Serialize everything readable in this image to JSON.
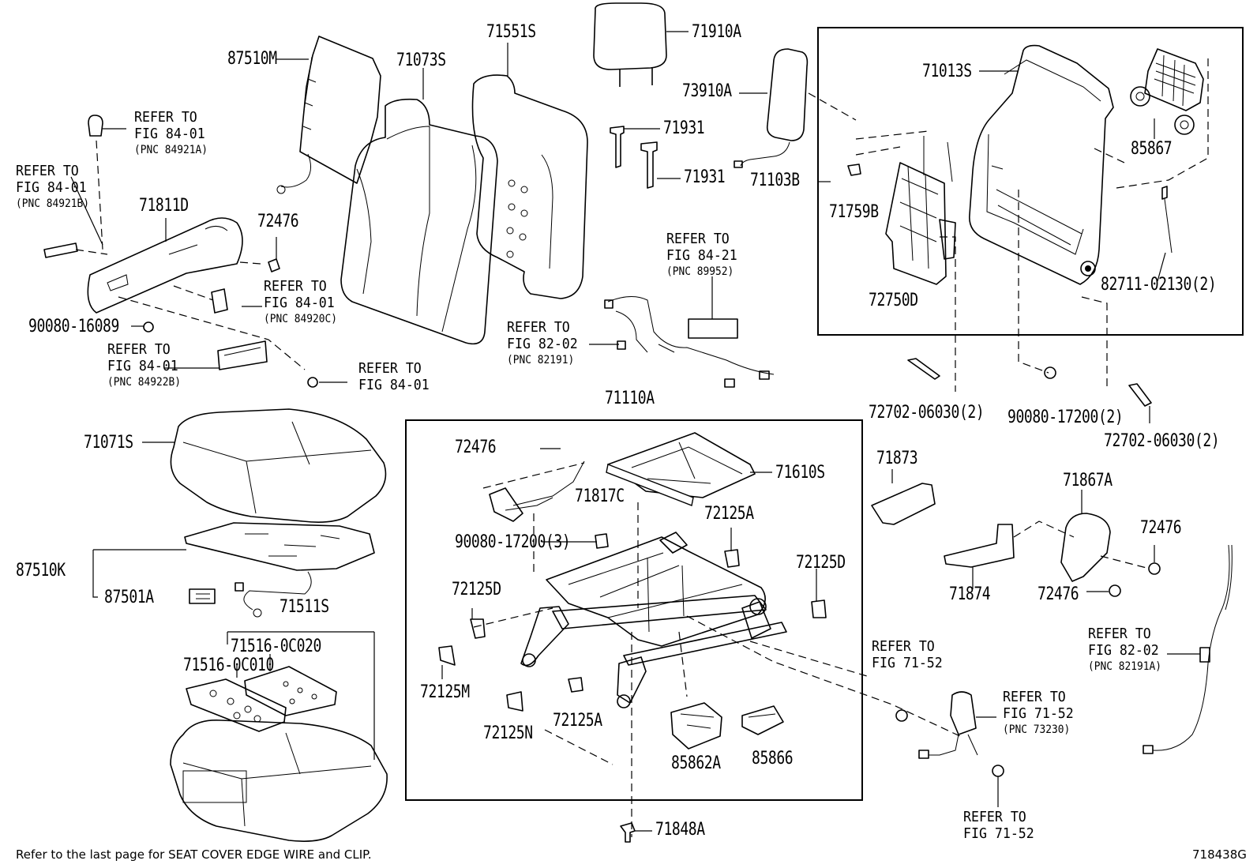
{
  "parts": {
    "p87510M": "87510M",
    "p71073S": "71073S",
    "p71551S": "71551S",
    "p71910A": "71910A",
    "p73910A": "73910A",
    "p71931a": "71931",
    "p71931b": "71931",
    "p71103B": "71103B",
    "p71013S": "71013S",
    "p85867": "85867",
    "p71759B": "71759B",
    "p72750D": "72750D",
    "p82711": "82711-02130(2)",
    "p71811D": "71811D",
    "p72476a": "72476",
    "p90080_16089": "90080-16089",
    "p72702a": "72702-06030(2)",
    "p90080_17200_2": "90080-17200(2)",
    "p72702b": "72702-06030(2)",
    "p71110A": "71110A",
    "p71071S": "71071S",
    "p72476b": "72476",
    "p71610S": "71610S",
    "p71817C": "71817C",
    "p72125A_a": "72125A",
    "p90080_17200_3": "90080-17200(3)",
    "p72125D_a": "72125D",
    "p72125D_b": "72125D",
    "p71873": "71873",
    "p71867A": "71867A",
    "p72476c": "72476",
    "p72476d": "72476",
    "p71874": "71874",
    "p87510K": "87510K",
    "p87501A": "87501A",
    "p71511S": "71511S",
    "p71516_0C020": "71516-0C020",
    "p71516_0C010": "71516-0C010",
    "p72125M": "72125M",
    "p72125N": "72125N",
    "p72125A_b": "72125A",
    "p85862A": "85862A",
    "p85866": "85866",
    "p71848A": "71848A"
  },
  "refs": {
    "r1": {
      "l1": "REFER TO",
      "l2": "FIG 84-01",
      "l3": "(PNC 84921A)"
    },
    "r2": {
      "l1": "REFER TO",
      "l2": "FIG 84-01",
      "l3": "(PNC 84921B)"
    },
    "r3": {
      "l1": "REFER TO",
      "l2": "FIG 84-01",
      "l3": "(PNC 84920C)"
    },
    "r4": {
      "l1": "REFER TO",
      "l2": "FIG 84-01",
      "l3": "(PNC 84922B)"
    },
    "r5": {
      "l1": "REFER TO",
      "l2": "FIG 84-01"
    },
    "r6": {
      "l1": "REFER TO",
      "l2": "FIG 84-21",
      "l3": "(PNC 89952)"
    },
    "r7": {
      "l1": "REFER TO",
      "l2": "FIG 82-02",
      "l3": "(PNC 82191)"
    },
    "r8": {
      "l1": "REFER TO",
      "l2": "FIG 71-52"
    },
    "r9": {
      "l1": "REFER TO",
      "l2": "FIG 71-52",
      "l3": "(PNC 73230)"
    },
    "r10": {
      "l1": "REFER TO",
      "l2": "FIG 71-52"
    },
    "r11": {
      "l1": "REFER TO",
      "l2": "FIG 82-02",
      "l3": "(PNC 82191A)"
    }
  },
  "footer": {
    "note": "Refer to the last page for SEAT COVER EDGE WIRE and CLIP.",
    "code": "718438G"
  },
  "icons": [
    "headrest-icon",
    "seatback-cover-icon",
    "seatback-pad-icon",
    "seat-frame-icon",
    "seat-track-icon",
    "bolt-icon",
    "wire-harness-icon",
    "side-cover-icon",
    "seatbelt-buckle-icon",
    "cushion-cover-icon",
    "cushion-pad-icon",
    "heater-mat-icon"
  ]
}
